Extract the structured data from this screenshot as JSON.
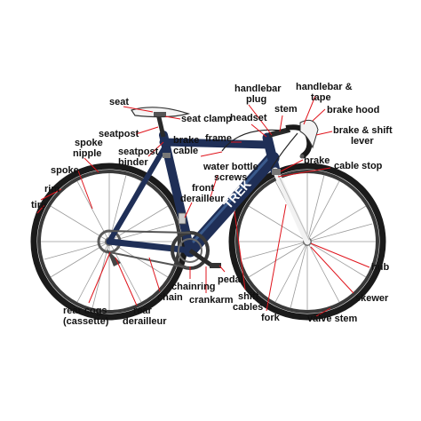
{
  "colors": {
    "leader_line": "#e0141c",
    "frame": "#1f2f57",
    "frame_light": "#3a5a8c",
    "fork": "#f2f2f2",
    "tire": "#1a1a1a",
    "saddle_white": "#f4f4f4",
    "metal": "#8a8a8a"
  },
  "labels": {
    "seat": "seat",
    "seat_clamp": "seat clamp",
    "seatpost": "seatpost",
    "seatpost_binder_1": "seatpost",
    "seatpost_binder_2": "binder",
    "spoke_nipple_1": "spoke",
    "spoke_nipple_2": "nipple",
    "spoke": "spoke",
    "rim": "rim",
    "tire": "tire",
    "brake_cable_1": "brake",
    "brake_cable_2": "cable",
    "frame": "frame",
    "headset": "headset",
    "handlebar_plug_1": "handlebar",
    "handlebar_plug_2": "plug",
    "stem": "stem",
    "handlebar_tape_1": "handlebar &",
    "handlebar_tape_2": "tape",
    "brake_hood": "brake hood",
    "brake_shift_lever_1": "brake & shift",
    "brake_shift_lever_2": "lever",
    "water_bottle_screws_1": "water bottle",
    "water_bottle_screws_2": "screws",
    "brake": "brake",
    "cable_stop": "cable stop",
    "front_derailleur_1": "front",
    "front_derailleur_2": "derailleur",
    "hub": "hub",
    "skewer": "skewer",
    "valve_stem": "valve stem",
    "pedal": "pedal",
    "chainring": "chainring",
    "crankarm": "crankarm",
    "chain": "chain",
    "shift_cables_1": "shift",
    "shift_cables_2": "cables",
    "fork": "fork",
    "rear_cogs_1": "rear cogs",
    "rear_cogs_2": "(cassette)",
    "rear_derailleur_1": "rear",
    "rear_derailleur_2": "derailleur"
  },
  "frame_decals": {
    "down_tube_brand": "TREK"
  }
}
